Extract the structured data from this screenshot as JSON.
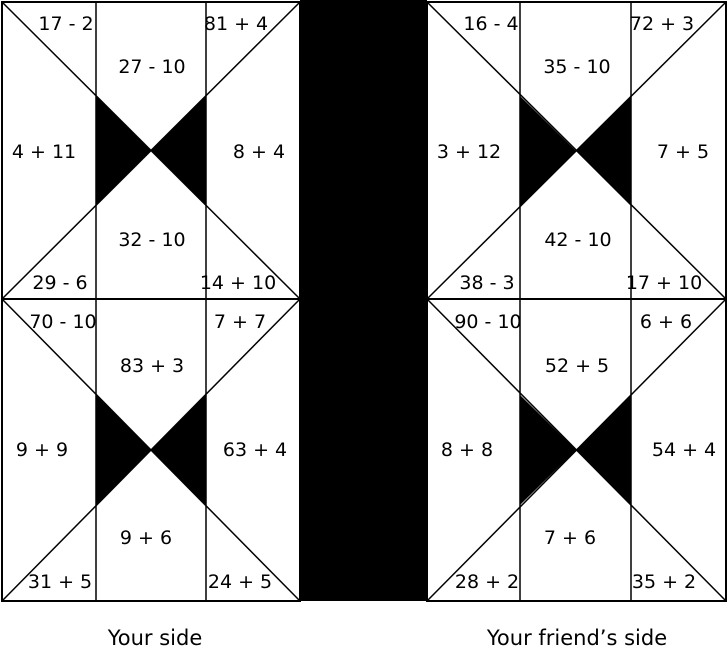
{
  "your_side": {
    "caption": "Your side",
    "top_card": {
      "top_left": "17 - 2",
      "top_middle": "27 - 10",
      "top_right": "81 + 4",
      "middle_left": "4 + 11",
      "middle_right": "8 + 4",
      "bottom_middle": "32 - 10",
      "bottom_left": "29 - 6",
      "bottom_right": "14 + 10"
    },
    "bottom_card": {
      "top_left": "70 - 10",
      "top_middle": "83 + 3",
      "top_right": "7 + 7",
      "middle_left": "9 + 9",
      "middle_right": "63 + 4",
      "bottom_middle": "9 + 6",
      "bottom_left": "31 + 5",
      "bottom_right": "24 + 5"
    }
  },
  "friends_side": {
    "caption": "Your friend’s side",
    "top_card": {
      "top_left": "16 - 4",
      "top_middle": "35 - 10",
      "top_right": "72 + 3",
      "middle_left": "3 + 12",
      "middle_right": "7 + 5",
      "bottom_middle": "42 - 10",
      "bottom_left": "38 - 3",
      "bottom_right": "17 + 10"
    },
    "bottom_card": {
      "top_left": "90 - 10",
      "top_middle": "52 + 5",
      "top_right": "6 + 6",
      "middle_left": "8 + 8",
      "middle_right": "54 + 4",
      "bottom_middle": "7 + 6",
      "bottom_left": "28 + 2",
      "bottom_right": "35 + 2"
    }
  }
}
